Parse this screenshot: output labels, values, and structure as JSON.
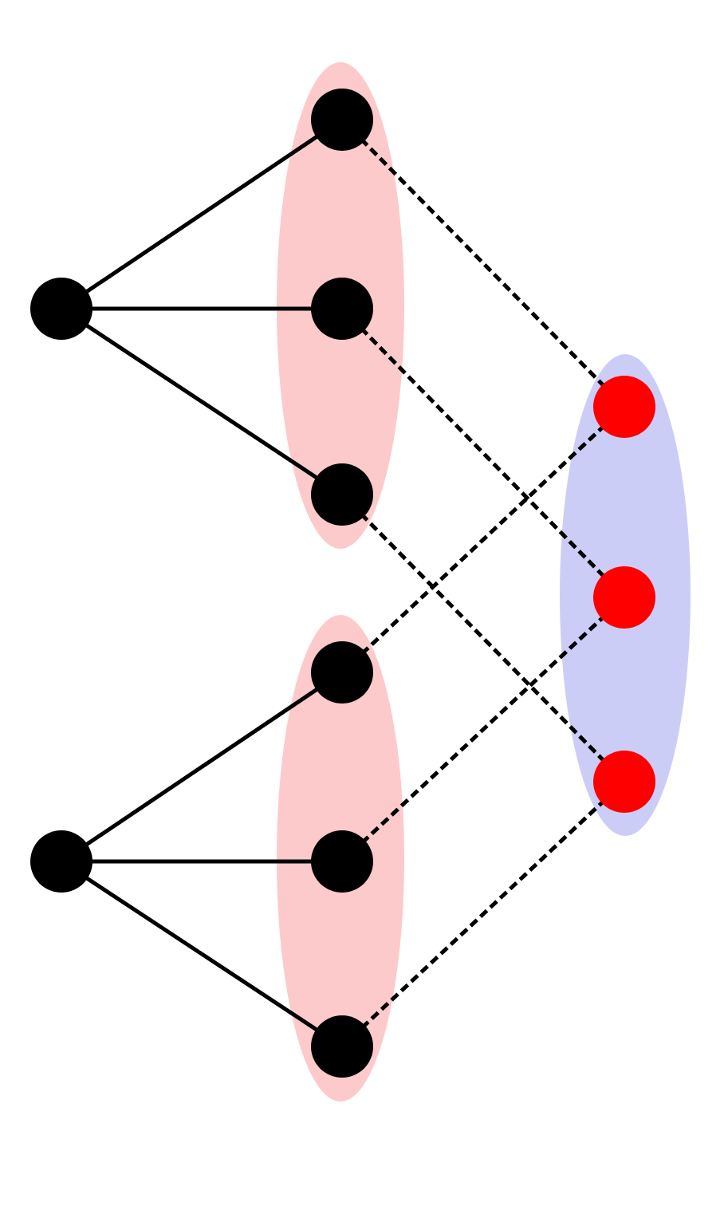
{
  "diagram": {
    "type": "bipartite-graph",
    "colors": {
      "background": "#ffffff",
      "node": "#000000",
      "target_node": "#ff0000",
      "group_highlight": "#fccaca",
      "target_highlight": "#cccdf7",
      "edge": "#000000"
    },
    "roots": [
      "r1",
      "r2"
    ],
    "groups": [
      {
        "id": "g1",
        "root": "r1",
        "children": [
          "a1",
          "a2",
          "a3"
        ]
      },
      {
        "id": "g2",
        "root": "r2",
        "children": [
          "b1",
          "b2",
          "b3"
        ]
      }
    ],
    "target_group": {
      "id": "t",
      "nodes": [
        "t1",
        "t2",
        "t3"
      ]
    },
    "solid_edges": [
      [
        "r1",
        "a1"
      ],
      [
        "r1",
        "a2"
      ],
      [
        "r1",
        "a3"
      ],
      [
        "r2",
        "b1"
      ],
      [
        "r2",
        "b2"
      ],
      [
        "r2",
        "b3"
      ]
    ],
    "dashed_edges": [
      [
        "a1",
        "t1"
      ],
      [
        "a2",
        "t2"
      ],
      [
        "a3",
        "t3"
      ],
      [
        "b1",
        "t1"
      ],
      [
        "b2",
        "t2"
      ],
      [
        "b3",
        "t3"
      ]
    ]
  }
}
